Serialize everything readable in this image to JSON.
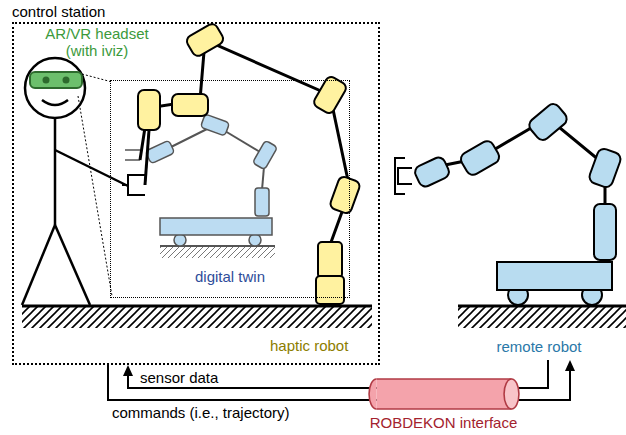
{
  "diagram": {
    "nodes": [
      {
        "text": [
          "control station"
        ]
      },
      {
        "text": [
          "digital twin"
        ],
        "in": 0
      },
      {
        "text": [
          "remote robot"
        ]
      },
      {
        "text": [
          "ROBDEKON interface"
        ]
      }
    ],
    "edges": [
      {
        "from": 2,
        "to": 0,
        "label": "sensor data",
        "arrow": "to"
      },
      {
        "from": 0,
        "to": 2,
        "label": "commands (i.e., trajectory)",
        "arrow": "to"
      }
    ],
    "labels": [
      "AR/VR headset (with iviz)",
      "haptic robot"
    ]
  }
}
